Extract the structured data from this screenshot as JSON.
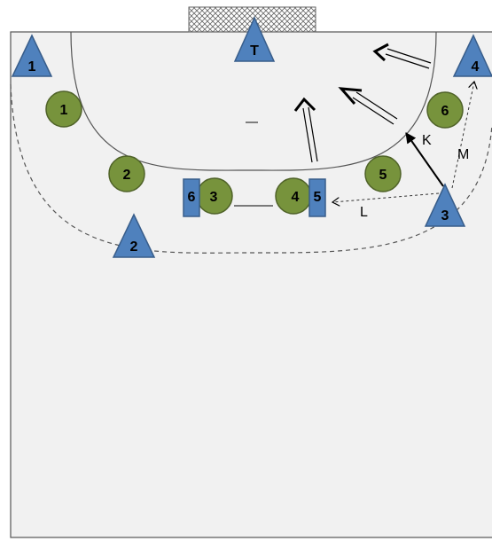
{
  "colors": {
    "court": "#f1f1f1",
    "line": "#555555",
    "triangle_fill": "#4f81bd",
    "triangle_stroke": "#385d8a",
    "circle_fill": "#77933c",
    "circle_stroke": "#4f6228",
    "blocker_fill": "#4f81bd",
    "arrow": "#000000"
  },
  "goal": {
    "keeper_label": "T"
  },
  "attackers": [
    {
      "id": "1",
      "label": "1"
    },
    {
      "id": "2",
      "label": "2"
    },
    {
      "id": "3",
      "label": "3"
    },
    {
      "id": "4",
      "label": "4"
    }
  ],
  "defenders": [
    {
      "id": "1",
      "label": "1"
    },
    {
      "id": "2",
      "label": "2"
    },
    {
      "id": "3",
      "label": "3"
    },
    {
      "id": "4",
      "label": "4"
    },
    {
      "id": "5",
      "label": "5"
    },
    {
      "id": "6",
      "label": "6"
    }
  ],
  "blockers": [
    {
      "id": "6",
      "label": "6"
    },
    {
      "id": "5",
      "label": "5"
    }
  ],
  "pass_labels": {
    "k": "K",
    "l": "L",
    "m": "M"
  }
}
